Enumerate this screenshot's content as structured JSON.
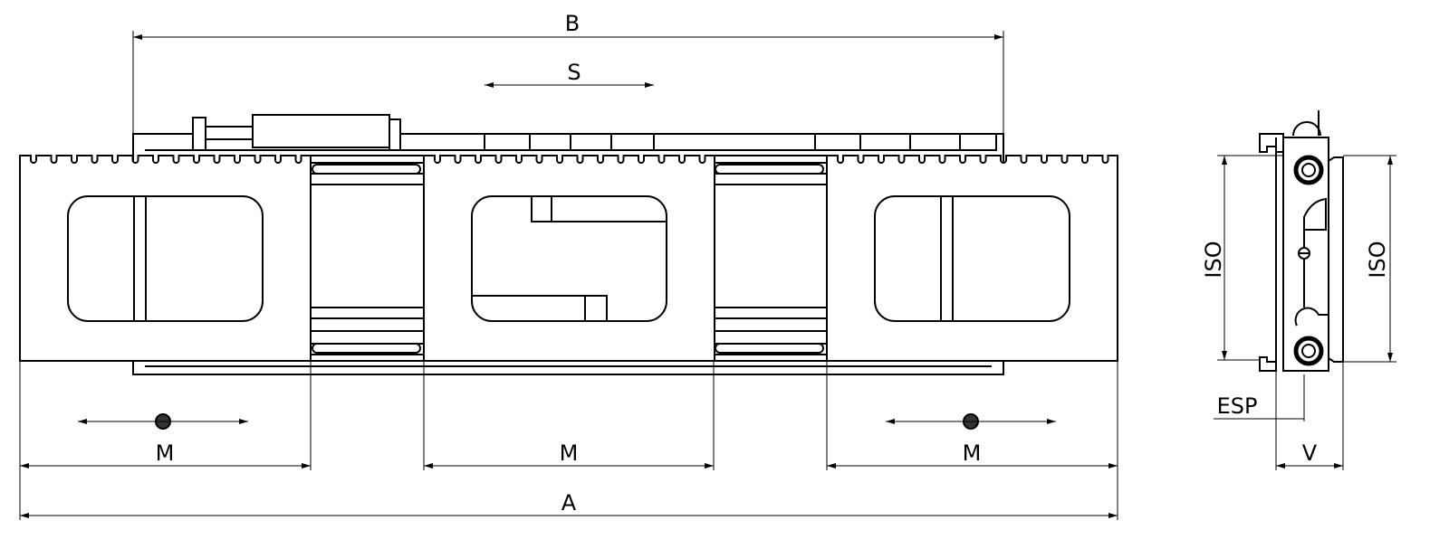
{
  "dimensions": {
    "overall_length": "A",
    "frame_width": "B",
    "sideshift": "S",
    "module_left": "M",
    "module_center": "M",
    "module_right": "M",
    "iso_left": "ISO",
    "iso_right": "ISO",
    "thickness": "ESP",
    "offset": "V"
  },
  "colors": {
    "line": "#000000",
    "background": "#ffffff"
  }
}
